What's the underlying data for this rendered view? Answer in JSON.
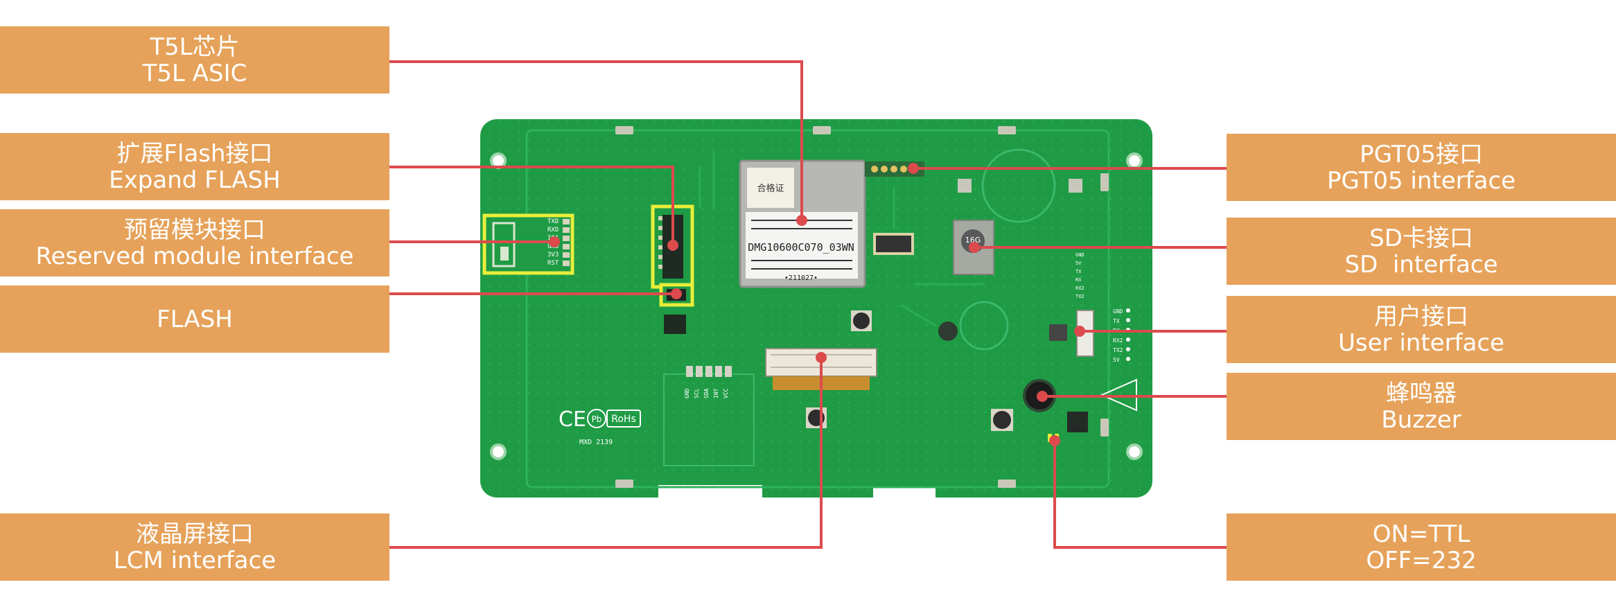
{
  "labels": {
    "t5l": {
      "zh": "T5L芯片",
      "en": "T5L ASIC"
    },
    "flash_expand": {
      "zh": "扩展Flash接口",
      "en": "Expand FLASH"
    },
    "reserved": {
      "zh": "预留模块接口",
      "en": "Reserved module interface"
    },
    "flash": {
      "zh": "",
      "en": "FLASH"
    },
    "lcm": {
      "zh": "液晶屏接口",
      "en": "LCM interface"
    },
    "pgt05": {
      "zh": "PGT05接口",
      "en": "PGT05 interface"
    },
    "sd": {
      "zh": "SD卡接口",
      "en": "SD  interface"
    },
    "user": {
      "zh": "用户接口",
      "en": "User interface"
    },
    "buzzer": {
      "zh": "蜂鸣器",
      "en": "Buzzer"
    },
    "ttl": {
      "zh": "ON=TTL",
      "en": "OFF=232"
    }
  },
  "board_text": {
    "chip_model": "DMG10600C070_03WN",
    "chip_date": "•211027•",
    "chip_sticker": "合格证",
    "ce_mark": "CE",
    "pb_mark": "Pb",
    "rohs_mark": "RoHs",
    "silk_code": "MXD 2139",
    "reserved_pins": [
      "TXD",
      "RXD",
      "IO1",
      "GND",
      "3V3",
      "RST"
    ],
    "user_pins": [
      "GND",
      "TX",
      "RX",
      "RX2",
      "TX2",
      "5V"
    ],
    "side_pins": [
      "GND",
      "5V",
      "TX",
      "RX",
      "RX2",
      "TX2"
    ],
    "lcm_pins": [
      "GND",
      "SCL",
      "SDA",
      "INT",
      "VCC"
    ],
    "sd_card": "16G"
  },
  "colors": {
    "label_bg": "#e6a25a",
    "leader": "#dc4a4c",
    "board": "#1f9b45",
    "highlight": "#e8ee3a"
  }
}
